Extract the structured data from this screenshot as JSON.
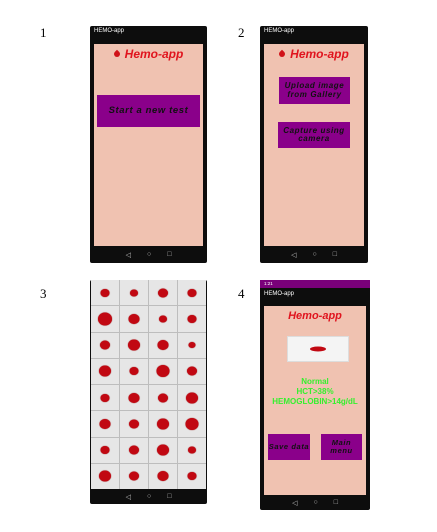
{
  "panels": [
    {
      "number": "1",
      "app_title": "HEMO-app",
      "brand": "Hemo-app",
      "start_button": "Start a new test"
    },
    {
      "number": "2",
      "app_title": "HEMO-app",
      "brand": "Hemo-app",
      "upload_button": "Upload image from Gallery",
      "capture_button": "Capture using camera"
    },
    {
      "number": "3",
      "spot_count": 32
    },
    {
      "number": "4",
      "status_time": "1:21",
      "app_title": "HEMO-app",
      "brand": "Hemo-app",
      "result": {
        "status": "Normal",
        "hct": "HCT>38%",
        "hemoglobin": "HEMOGLOBIN>14g/dL"
      },
      "save_button": "Save data",
      "main_menu_button": "Main menu"
    }
  ],
  "nav_icons": [
    "back-icon",
    "home-icon",
    "recents-icon"
  ],
  "colors": {
    "screen_bg": "#f0c2b1",
    "button": "#8a008a",
    "brand": "#e0141e",
    "result": "#35f02e",
    "status_bar": "#7a007a"
  }
}
